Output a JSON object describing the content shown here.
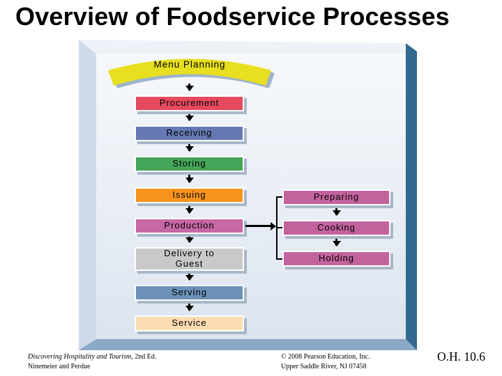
{
  "slide": {
    "title": "Overview of Foodservice Processes",
    "footer": {
      "book_title": "Discovering Hospitality and Tourism",
      "edition": ", 2nd Ed.",
      "authors": "Ninemeier and Perdue",
      "copyright_line1": "© 2008 Pearson Education, Inc.",
      "copyright_line2": "Upper Saddle River, NJ 07458",
      "slide_number": "O.H. 10.6"
    }
  },
  "flowchart": {
    "banner": {
      "label": "Menu Planning",
      "fill": "#e7df1f",
      "shadow": "#9fb4c9"
    },
    "main_steps": [
      {
        "label": "Procurement",
        "fill": "#e64a5e"
      },
      {
        "label": "Receiving",
        "fill": "#6679b4"
      },
      {
        "label": "Storing",
        "fill": "#44a558"
      },
      {
        "label": "Issuing",
        "fill": "#f7941e"
      },
      {
        "label": "Production",
        "fill": "#c668a4"
      },
      {
        "label": "Delivery to Guest",
        "fill": "#c9c9c9"
      },
      {
        "label": "Serving",
        "fill": "#6c92b8"
      },
      {
        "label": "Service",
        "fill": "#fcdcb0"
      }
    ],
    "branch_steps": [
      {
        "label": "Preparing",
        "fill": "#c3639e"
      },
      {
        "label": "Cooking",
        "fill": "#c3639e"
      },
      {
        "label": "Holding",
        "fill": "#c3639e"
      }
    ]
  },
  "colors": {
    "panel_face_top": "#f6f8fb",
    "panel_face_bottom": "#dce4ef",
    "panel_left_bevel": "#cfdae9",
    "panel_bottom_bevel": "#8ba8c6",
    "panel_right_side": "#33688f",
    "box_border": "#ffffff",
    "box_shadow": "#a9b8c8",
    "arrow": "#000000",
    "title_text": "#000000"
  }
}
